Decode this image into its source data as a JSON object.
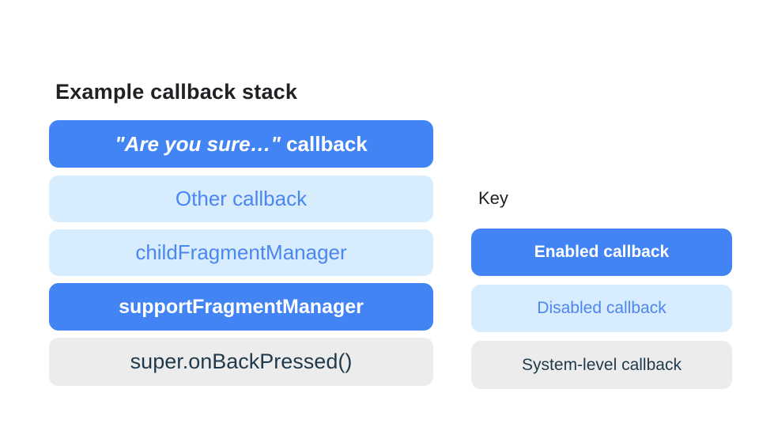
{
  "page": {
    "background": "#ffffff"
  },
  "title": "Example callback stack",
  "colors": {
    "enabled_bg": "#4284f4",
    "enabled_text": "#ffffff",
    "disabled_bg": "#d7ecfc",
    "disabled_text": "#4c86f0",
    "system_bg": "#ececec",
    "system_text": "#1f3a4c",
    "title_text": "#202124"
  },
  "stack": {
    "items": [
      {
        "label_italic": "\"Are you sure…\"",
        "label_rest": " callback",
        "type": "enabled"
      },
      {
        "label": "Other callback",
        "type": "disabled"
      },
      {
        "label": "childFragmentManager",
        "type": "disabled"
      },
      {
        "label": "supportFragmentManager",
        "type": "enabled"
      },
      {
        "label": "super.onBackPressed()",
        "type": "system"
      }
    ]
  },
  "key": {
    "title": "Key",
    "items": [
      {
        "label": "Enabled callback",
        "type": "enabled"
      },
      {
        "label": "Disabled callback",
        "type": "disabled"
      },
      {
        "label": "System-level callback",
        "type": "system"
      }
    ]
  }
}
